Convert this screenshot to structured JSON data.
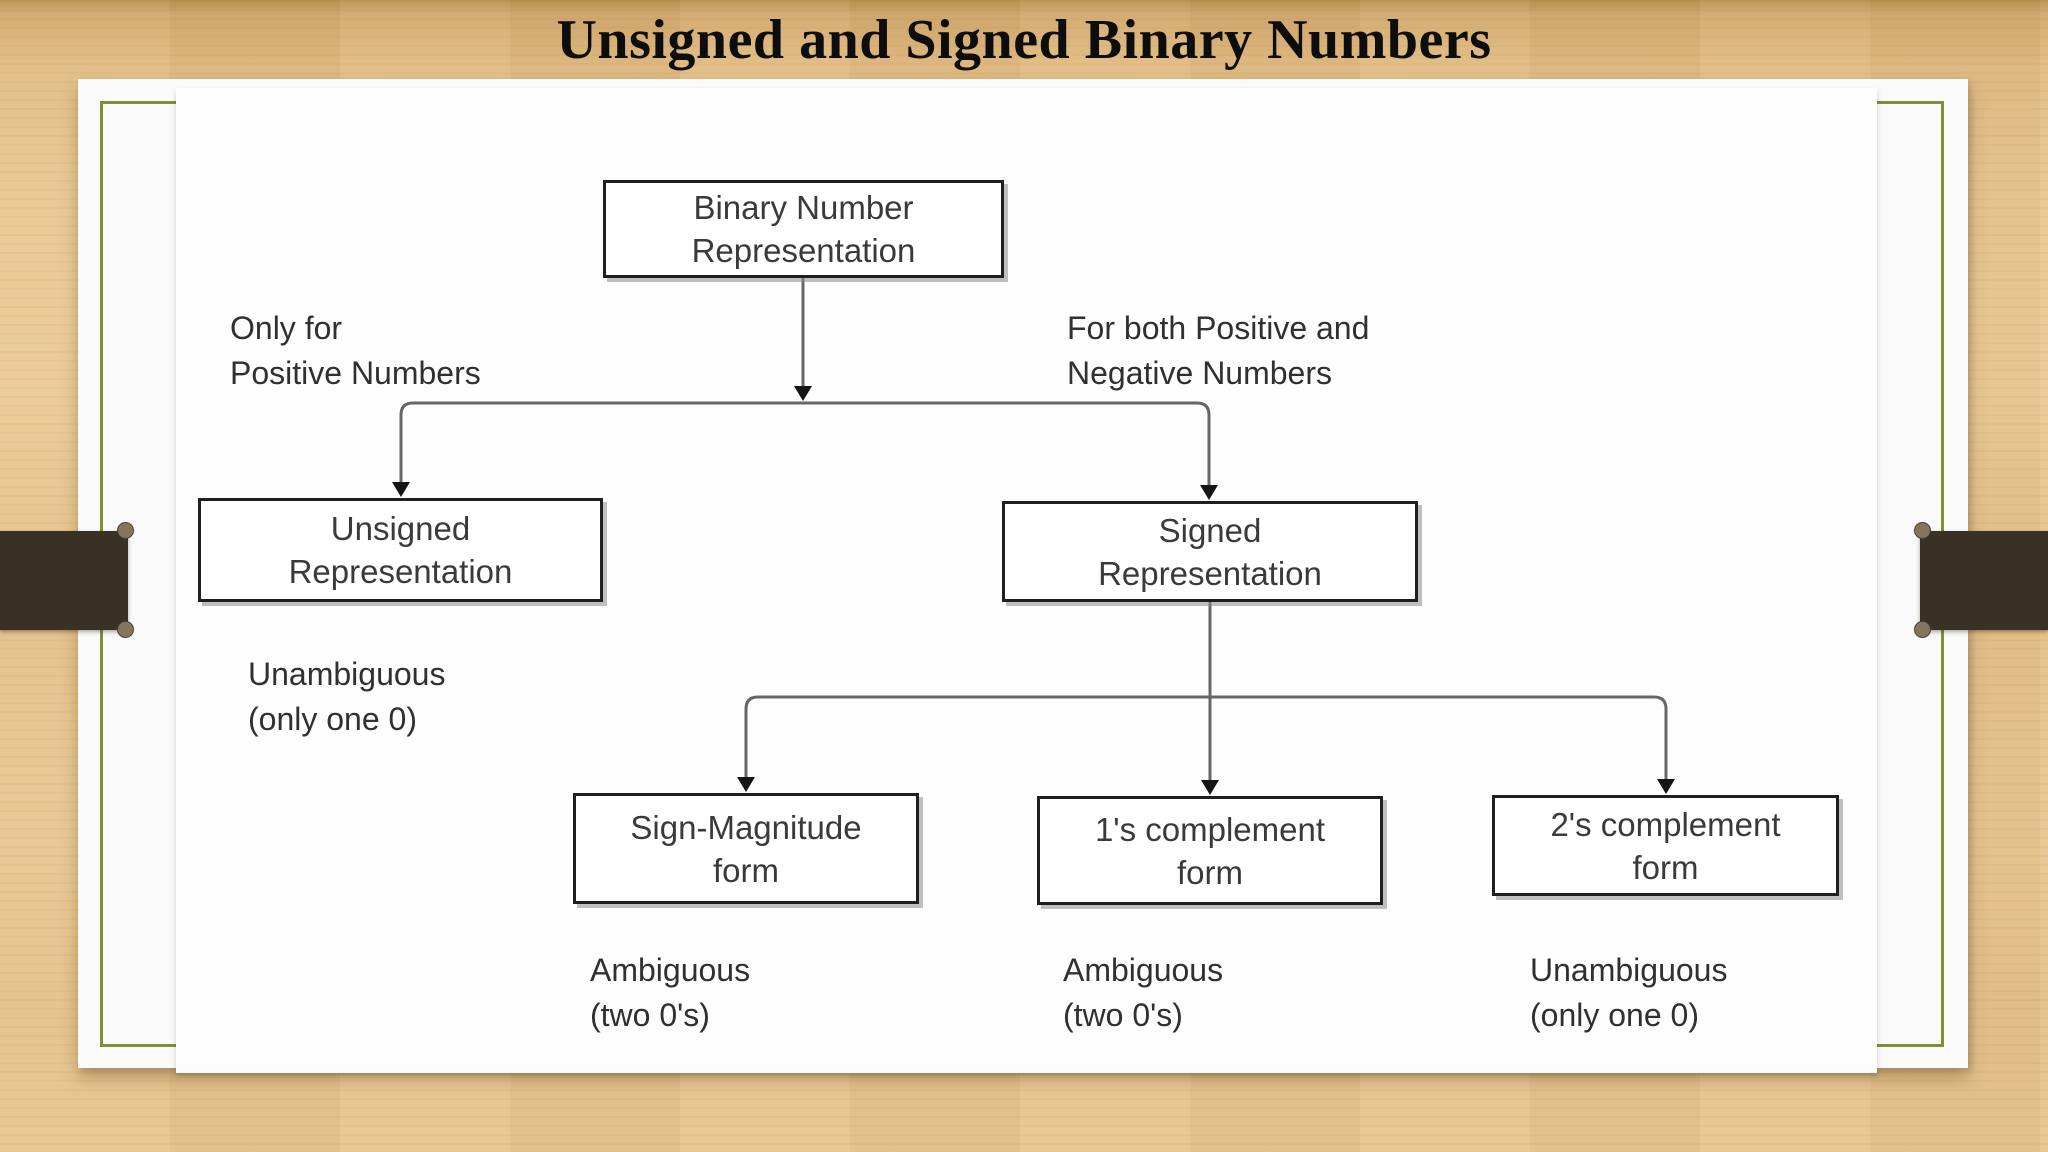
{
  "slide": {
    "title": "Unsigned and Signed Binary Numbers"
  },
  "diagram": {
    "nodes": {
      "root": {
        "line1": "Binary Number",
        "line2": "Representation"
      },
      "unsigned": {
        "line1": "Unsigned",
        "line2": "Representation"
      },
      "signed": {
        "line1": "Signed",
        "line2": "Representation"
      },
      "sign_magnitude": {
        "line1": "Sign-Magnitude",
        "line2": "form"
      },
      "ones_complement": {
        "line1": "1's complement",
        "line2": "form"
      },
      "twos_complement": {
        "line1": "2's complement",
        "line2": "form"
      }
    },
    "labels": {
      "left_branch": {
        "line1": "Only for",
        "line2": "Positive Numbers"
      },
      "right_branch": {
        "line1": "For both Positive and",
        "line2": "Negative Numbers"
      },
      "unsigned_note": {
        "line1": "Unambiguous",
        "line2": "(only one 0)"
      },
      "sign_magnitude_note": {
        "line1": "Ambiguous",
        "line2": "(two 0's)"
      },
      "ones_complement_note": {
        "line1": "Ambiguous",
        "line2": "(two 0's)"
      },
      "twos_complement_note": {
        "line1": "Unambiguous",
        "line2": "(only one 0)"
      }
    }
  },
  "colors": {
    "wood_background": "#e6c38c",
    "clamp_bar": "#393026",
    "clamp_peg": "#86755c",
    "frame_green": "#7c9133",
    "slide_white": "#fafafa",
    "connector_gray": "#676767",
    "box_border": "#1f1f1f",
    "text": "#3a3a3a"
  }
}
